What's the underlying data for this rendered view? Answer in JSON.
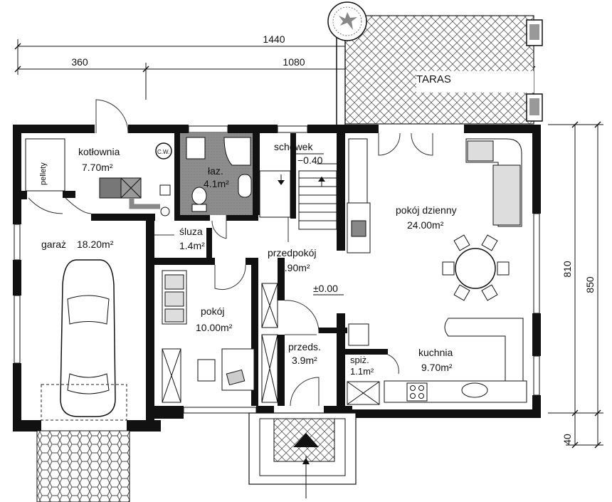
{
  "dimensions": {
    "total_width": "1440",
    "garage_width": "360",
    "house_width": "1080",
    "height_inner": "810",
    "height_total": "850",
    "porch": "40"
  },
  "terrace": {
    "label": "TARAS"
  },
  "rooms": {
    "kotlownia": {
      "name": "kotłownia",
      "area": "7.70m²"
    },
    "pellety": {
      "name": "pellety"
    },
    "cw": {
      "name": "C.W."
    },
    "lazienka": {
      "name": "łaz.",
      "area": "4.1m²"
    },
    "schowek": {
      "name": "schowek",
      "level": "−0.40"
    },
    "pokoj_dzienny": {
      "name": "pokój dzienny",
      "area": "24.00m²"
    },
    "garaz": {
      "name": "garaż",
      "area": "18.20m²"
    },
    "sluza": {
      "name": "śluza",
      "area": "1.4m²"
    },
    "przedpokoj": {
      "name": "przedpokój",
      "area": "7.90m²"
    },
    "level_zero": {
      "value": "±0.00"
    },
    "pokoj": {
      "name": "pokój",
      "area": "10.00m²"
    },
    "przedsionek": {
      "name": "przeds.",
      "area": "3.9m²"
    },
    "spizarnia": {
      "name": "spiż.",
      "area": "1.1m²"
    },
    "kuchnia": {
      "name": "kuchnia",
      "area": "9.70m²"
    }
  }
}
